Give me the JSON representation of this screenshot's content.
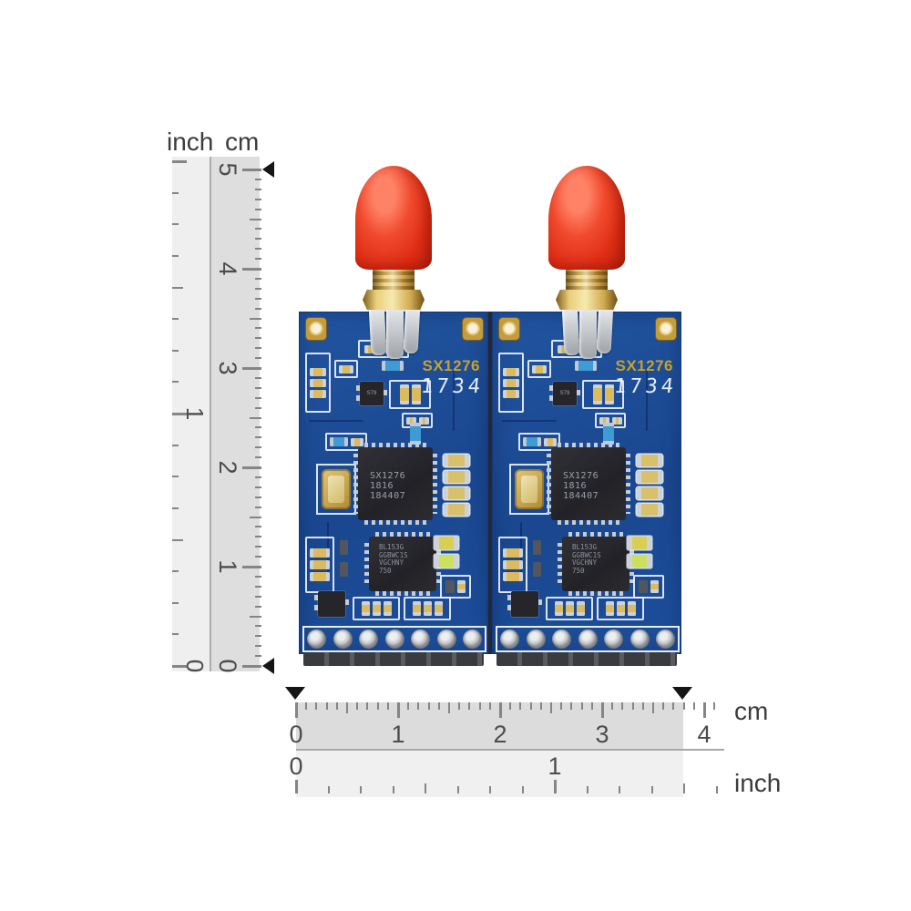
{
  "vertical_ruler": {
    "inch_label": "inch",
    "cm_label": "cm",
    "cm_numbers": [
      "0",
      "1",
      "2",
      "3",
      "4",
      "5"
    ],
    "inch_numbers": [
      "0",
      "1"
    ]
  },
  "horizontal_ruler": {
    "cm_label": "cm",
    "inch_label": "inch",
    "cm_numbers": [
      "0",
      "1",
      "2",
      "3",
      "4"
    ],
    "inch_numbers": [
      "0",
      "1"
    ]
  },
  "modules": [
    {
      "board_label": "SX1276",
      "date_code": "1734",
      "transistor_label": "S79",
      "main_chip": [
        "SX1276",
        "1816",
        "184407"
      ],
      "io_chip": [
        "BL153G",
        "GGBWC1S",
        "VGCHNY",
        "750"
      ]
    },
    {
      "board_label": "SX1276",
      "date_code": "1734",
      "transistor_label": "S79",
      "main_chip": [
        "SX1276",
        "1816",
        "184407"
      ],
      "io_chip": [
        "BL153G",
        "GGBWC1S",
        "VGCHNY",
        "750"
      ]
    }
  ],
  "colors": {
    "board_blue": "#1d4e9b",
    "silkscreen_white": "#e7eef7",
    "silkscreen_gold": "#c9a227",
    "antenna_cap_red": "#e8321c",
    "connector_gold": "#d4af37",
    "ruler_cm_band": "#dedede",
    "ruler_inch_band": "#efefef",
    "marker_black": "#151515"
  }
}
